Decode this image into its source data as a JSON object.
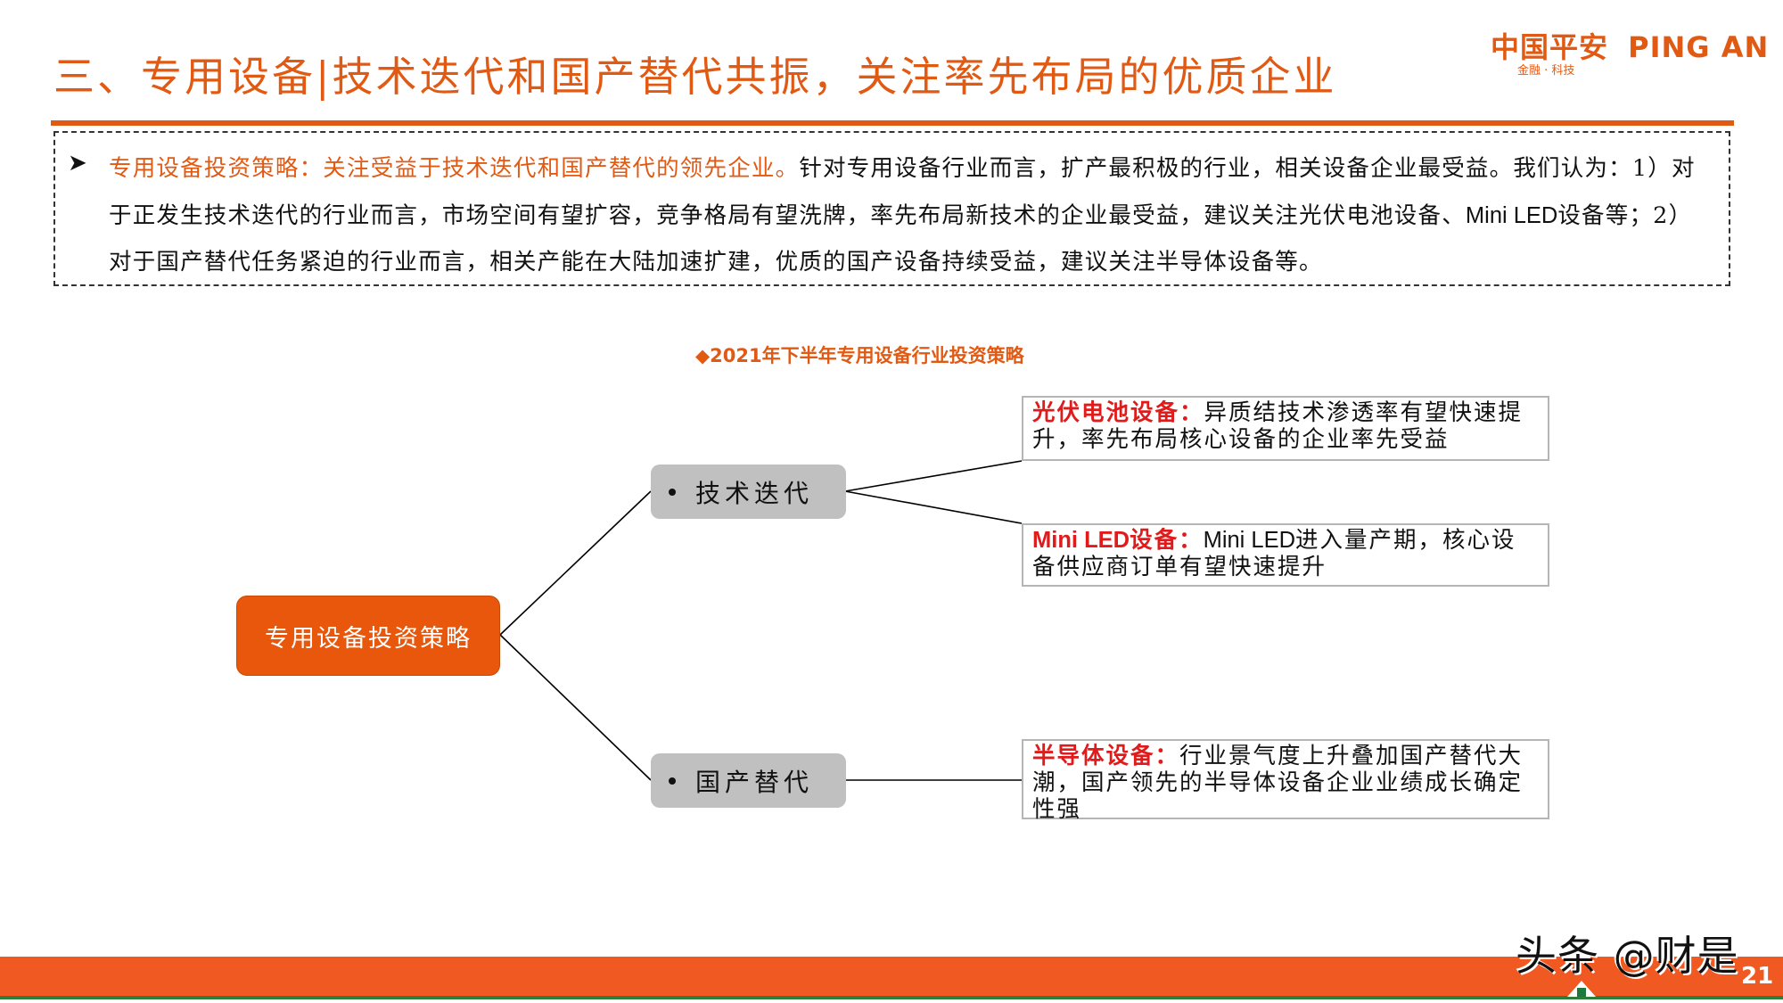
{
  "header": {
    "title": "三、专用设备|技术迭代和国产替代共振，关注率先布局的优质企业",
    "logo": {
      "cn": "中国平安",
      "en_part1": "PING",
      "en_part2": "AN",
      "tagline": "金融 · 科技",
      "brand_color": "#E15A14",
      "accent_green": "#1E7A3C"
    }
  },
  "summary": {
    "bullet_icon": "arrow-bullet-icon",
    "highlight": "专用设备投资策略：关注受益于技术迭代和国产替代的领先企业。",
    "body_1": "针对专用设备行业而言，扩产最积极的行业，相关设备企业最受益。我们认为：1）对于正发生技术迭代的行业而言，市场空间有望扩容，竞争格局有望洗牌，率先布局新技术的企业最受益，建议关注光伏电池设备、",
    "body_latin": "Mini LED",
    "body_2": "设备等；2）对于国产替代任务紧迫的行业而言，相关产能在大陆加速扩建，优质的国产设备持续受益，建议关注半导体设备等。"
  },
  "diagram": {
    "subtitle": "◆2021年下半年专用设备行业投资策略",
    "root": "专用设备投资策略",
    "branches": [
      {
        "label": "技术迭代"
      },
      {
        "label": "国产替代"
      }
    ],
    "leaves": [
      {
        "label": "光伏电池设备：",
        "text": "异质结技术渗透率有望快速提升，率先布局核心设备的企业率先受益"
      },
      {
        "label_latin": "Mini LED",
        "label": "设备：",
        "text_latin": "Mini LED",
        "text": "进入量产期，核心设备供应商订单有望快速提升"
      },
      {
        "label": "半导体设备：",
        "text": "行业景气度上升叠加国产替代大潮，国产领先的半导体设备企业业绩成长确定性强"
      }
    ],
    "colors": {
      "root_fill": "#E8570B",
      "branch_fill": "#C0C0C0",
      "leaf_label": "#E01B1B"
    }
  },
  "footer": {
    "page_number": "21",
    "watermark": "头条 @财是",
    "bar_color": "#F05A22"
  }
}
